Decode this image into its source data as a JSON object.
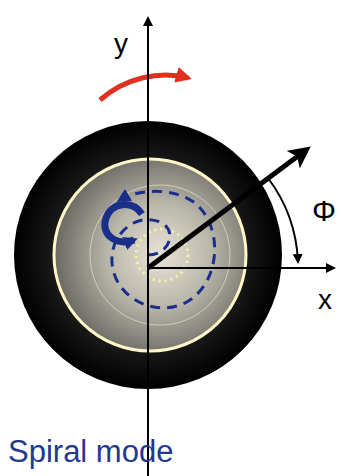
{
  "diagram": {
    "caption": "Spiral mode",
    "labels": [
      "y",
      "x",
      "Φ"
    ]
  }
}
